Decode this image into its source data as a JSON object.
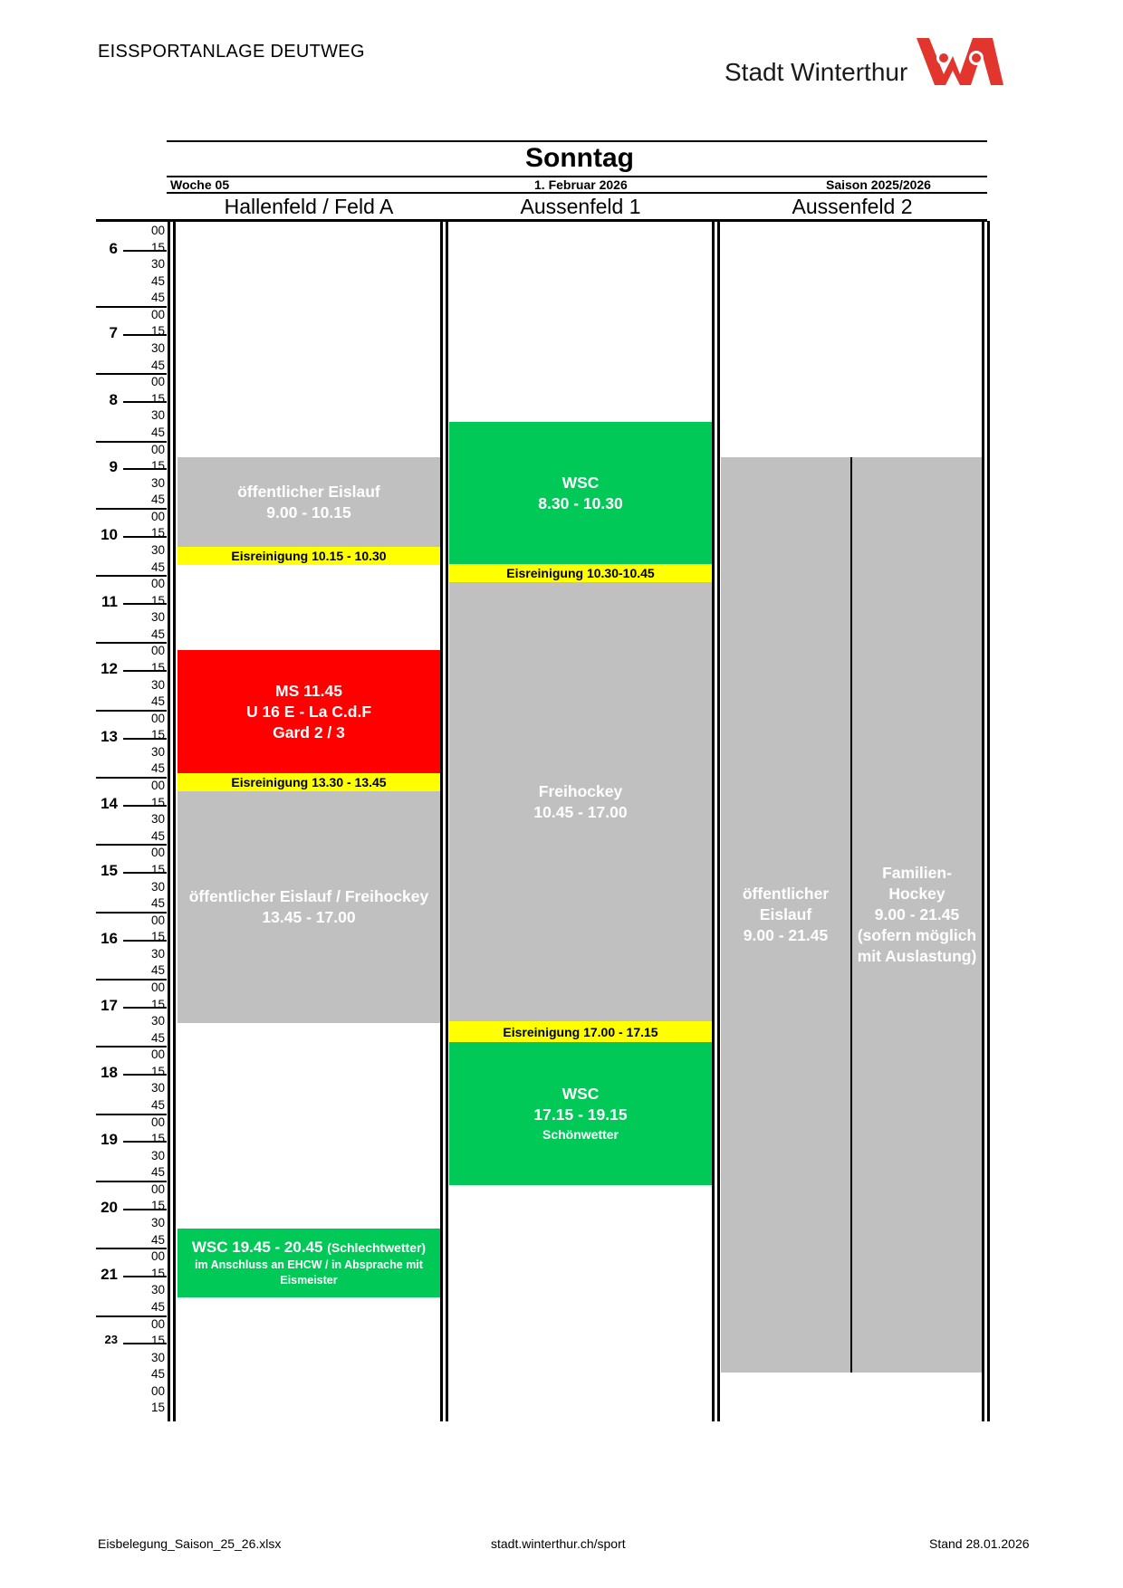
{
  "header": {
    "facility": "EISSPORTANLAGE DEUTWEG",
    "logo_text": "Stadt Winterthur",
    "logo_mark": "winterthur-lions-logo",
    "day": "Sonntag",
    "week": "Woche 05",
    "date": "1. Februar 2026",
    "season": "Saison 2025/2026"
  },
  "columns": [
    "Hallenfeld / Feld A",
    "Aussenfeld 1",
    "Aussenfeld 2"
  ],
  "time_axis": {
    "hours": [
      "6",
      "7",
      "8",
      "9",
      "10",
      "11",
      "12",
      "13",
      "14",
      "15",
      "16",
      "17",
      "18",
      "19",
      "20",
      "21",
      "23"
    ],
    "minutes": [
      "00",
      "15",
      "30",
      "45",
      "45",
      "00",
      "15",
      "30",
      "45",
      "00",
      "15",
      "30",
      "45",
      "00",
      "15",
      "30",
      "45",
      "00",
      "15",
      "30",
      "45",
      "00",
      "15",
      "30",
      "45",
      "00",
      "15",
      "30",
      "45",
      "00",
      "15",
      "30",
      "45",
      "00",
      "15",
      "30",
      "45",
      "00",
      "15",
      "30",
      "45",
      "00",
      "15",
      "30",
      "45",
      "00",
      "15",
      "30",
      "45",
      "00",
      "15",
      "30",
      "45",
      "00",
      "15",
      "30",
      "45",
      "00",
      "15",
      "30",
      "45",
      "00",
      "15",
      "30",
      "45",
      "00",
      "15",
      "30",
      "45",
      "00",
      "15"
    ]
  },
  "blocks": {
    "a_oeffentlich": [
      "öffentlicher Eislauf",
      "9.00 - 10.15"
    ],
    "a_eis1": "Eisreinigung 10.15 - 10.30",
    "a_ms": [
      "MS 11.45",
      "U 16 E - La C.d.F",
      "Gard 2 / 3"
    ],
    "a_eis2": "Eisreinigung 13.30 - 13.45",
    "a_oeff2": [
      "öffentlicher Eislauf /  Freihockey",
      "13.45 - 17.00"
    ],
    "a_wsc_main": "WSC 19.45 - 20.45",
    "a_wsc_paren": "(Schlechtwetter)",
    "a_wsc_sub": "im Anschluss an EHCW / in Absprache mit Eismeister",
    "b_wsc1": [
      "WSC",
      "8.30 - 10.30"
    ],
    "b_eis1": "Eisreinigung 10.30-10.45",
    "b_frei": [
      "Freihockey",
      "10.45 - 17.00"
    ],
    "b_eis2": "Eisreinigung 17.00 - 17.15",
    "b_wsc2": [
      "WSC",
      "17.15 - 19.15"
    ],
    "b_wsc2_sub": "Schönwetter",
    "c_oeff": [
      "öffentlicher",
      "Eislauf",
      "9.00 - 21.45"
    ],
    "c_fam": [
      "Familien-",
      "Hockey",
      "9.00 - 21.45",
      "(sofern möglich",
      "mit Auslastung)"
    ]
  },
  "colors": {
    "gray": "#c0c0c0",
    "green": "#00c957",
    "red": "#ff0000",
    "yellow": "#ffff00"
  },
  "footer": {
    "file": "Eisbelegung_Saison_25_26.xlsx",
    "url": "stadt.winterthur.ch/sport",
    "stand": "Stand 28.01.2026"
  }
}
